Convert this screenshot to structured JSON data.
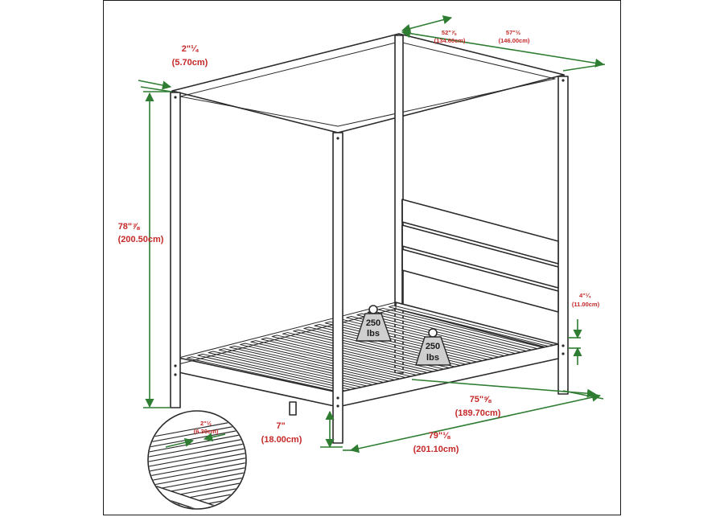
{
  "dimensions": {
    "post_width": {
      "line1": "2\"¼",
      "line2": "(5.70cm)"
    },
    "height": {
      "line1": "78\"⅞",
      "line2": "(200.50cm)"
    },
    "inner_width": {
      "line1": "52\"⅞",
      "line2": "(134.60cm)"
    },
    "outer_width": {
      "line1": "57\"½",
      "line2": "(146.00cm)"
    },
    "headboard_gap": {
      "line1": "4\"¼",
      "line2": "(11.00cm)"
    },
    "inner_length": {
      "line1": "75\"⅝",
      "line2": "(189.70cm)"
    },
    "outer_length": {
      "line1": "79\"⅛",
      "line2": "(201.10cm)"
    },
    "clearance": {
      "line1": "7\"",
      "line2": "(18.00cm)"
    },
    "slat_gap": {
      "line1": "2\"½",
      "line2": "(6.30cm)"
    }
  },
  "weights": [
    {
      "line1": "250",
      "line2": "lbs"
    },
    {
      "line1": "250",
      "line2": "lbs"
    }
  ],
  "colors": {
    "dimension_line": "#2e7d32",
    "dimension_text": "#c62828",
    "outline": "#2a2a2a",
    "weight_tag": "#cfcfcf"
  }
}
